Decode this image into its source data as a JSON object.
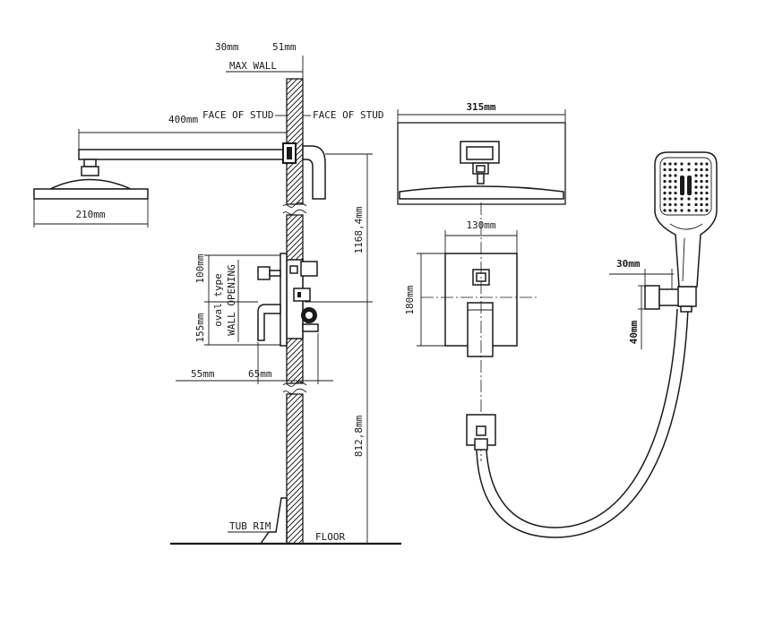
{
  "side_view": {
    "top_dim_30": "30mm",
    "top_dim_51": "51mm",
    "max_wall": "MAX WALL",
    "arm_length": "400mm",
    "face_of_stud_left": "FACE OF STUD",
    "face_of_stud_right": "FACE OF STUD",
    "head_diameter": "210mm",
    "valve_dim_upper": "100mm",
    "wall_opening_type": "oval type",
    "wall_opening": "WALL OPENING",
    "valve_dim_lower": "155mm",
    "arm_height": "1168,4mm",
    "depth_dim_left": "55mm",
    "depth_dim_right": "65mm",
    "valve_height": "812,8mm",
    "tub_rim": "TUB RIM",
    "floor": "FLOOR"
  },
  "front_view": {
    "head_width": "315mm",
    "plate_width": "130mm",
    "plate_height": "180mm"
  },
  "hand_shower": {
    "holder_depth": "30mm",
    "holder_height": "40mm"
  },
  "colors": {
    "line": "#1a1a1a",
    "background": "#ffffff"
  }
}
